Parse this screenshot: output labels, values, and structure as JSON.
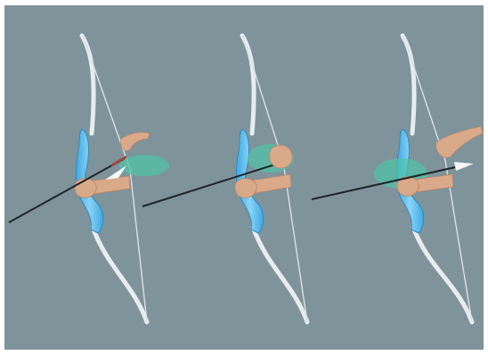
{
  "scene": {
    "background_color": "#7F939B",
    "frame_color": "#FFFFFF",
    "riser_color": "#3FA9E3",
    "riser_highlight": "#8AD3F5",
    "limb_color": "#E7EDEF",
    "string_color": "#D8E2E5",
    "arrow_color": "#1F2629",
    "skin_color": "#D9A98A",
    "zone_color": "#4FC3A7"
  },
  "panels": [
    {
      "step": 1,
      "icon": "bow-icon",
      "zone": "clearance-zone-behind-bow"
    },
    {
      "step": 2,
      "icon": "bow-icon",
      "zone": "clearance-zone-at-bow"
    },
    {
      "step": 3,
      "icon": "bow-icon",
      "zone": "clearance-zone-before-bow"
    }
  ]
}
